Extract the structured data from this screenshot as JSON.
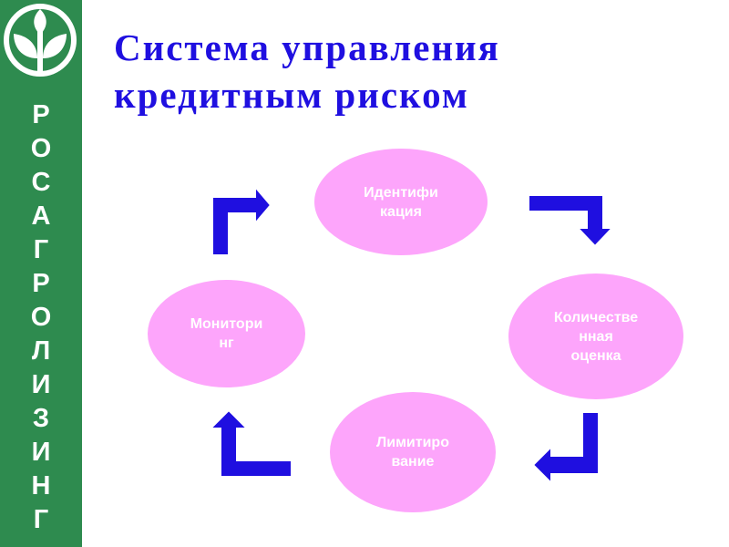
{
  "brand": {
    "vertical_letters": [
      "Р",
      "О",
      "С",
      "А",
      "Г",
      "Р",
      "О",
      "Л",
      "И",
      "З",
      "И",
      "Н",
      "Г"
    ],
    "sidebar_color": "#2e8b4f",
    "logo_icon": "leaf-sprout-logo-icon"
  },
  "slide": {
    "title_lines": [
      "Система управления",
      "кредитным риском"
    ],
    "title_color": "#1f0fe0"
  },
  "cycle": {
    "node_color": "#fda5fb",
    "arrow_color": "#1f0fe0",
    "nodes": [
      {
        "id": "identification",
        "label": "Идентифи\nкация"
      },
      {
        "id": "quantitative",
        "label": "Количестве\nнная\nоценка"
      },
      {
        "id": "limiting",
        "label": "Лимитиро\nвание"
      },
      {
        "id": "monitoring",
        "label": "Монитори\nнг"
      }
    ],
    "arrow_icons": [
      "elbow-arrow-right-icon",
      "elbow-arrow-down-icon",
      "elbow-arrow-left-icon",
      "elbow-arrow-up-icon"
    ]
  }
}
